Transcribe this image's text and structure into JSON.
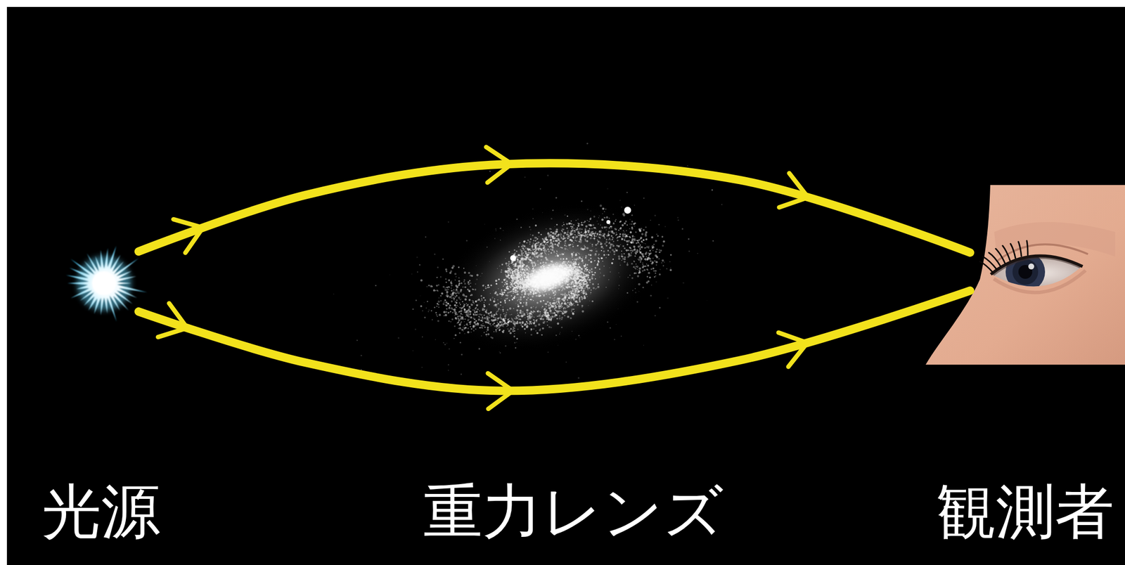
{
  "diagram": {
    "nodes": [
      {
        "text": [
          "光源"
        ]
      },
      {
        "text": [
          "重力レンズ"
        ]
      },
      {
        "text": [
          "観測者"
        ]
      }
    ],
    "edges": [
      {
        "from": 0,
        "to": 2,
        "arrow": "to"
      },
      {
        "from": 0,
        "to": 2,
        "arrow": "to"
      }
    ]
  }
}
